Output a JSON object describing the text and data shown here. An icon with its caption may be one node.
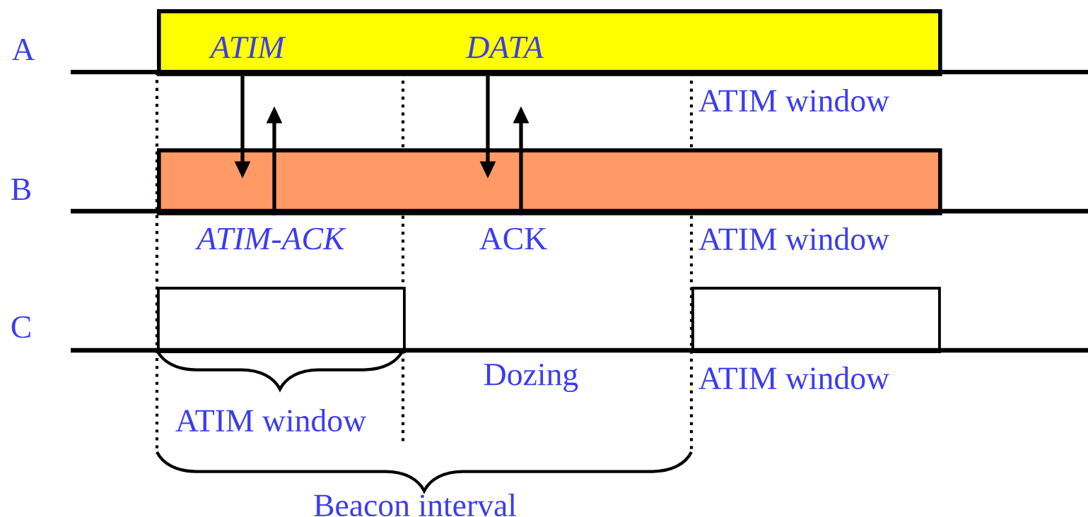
{
  "diagram": {
    "nodes": [
      {
        "text": [
          "ATIM",
          "DATA"
        ]
      },
      {
        "text": [],
        "shape": "bar"
      },
      {
        "text": [],
        "shape": "box"
      },
      {
        "text": [],
        "shape": "box"
      }
    ],
    "edges": [
      {
        "from": 0,
        "to": 1,
        "arrow": "to"
      },
      {
        "from": 1,
        "to": null,
        "arrow": "to"
      },
      {
        "from": 0,
        "to": 1,
        "arrow": "to"
      },
      {
        "from": 1,
        "to": null,
        "arrow": "to"
      }
    ],
    "labels": [
      "A",
      "ATIM window",
      "B",
      "ATIM-ACK",
      "ACK",
      "ATIM window",
      "C",
      "Dozing",
      "ATIM window",
      "ATIM window",
      "Beacon interval"
    ]
  }
}
